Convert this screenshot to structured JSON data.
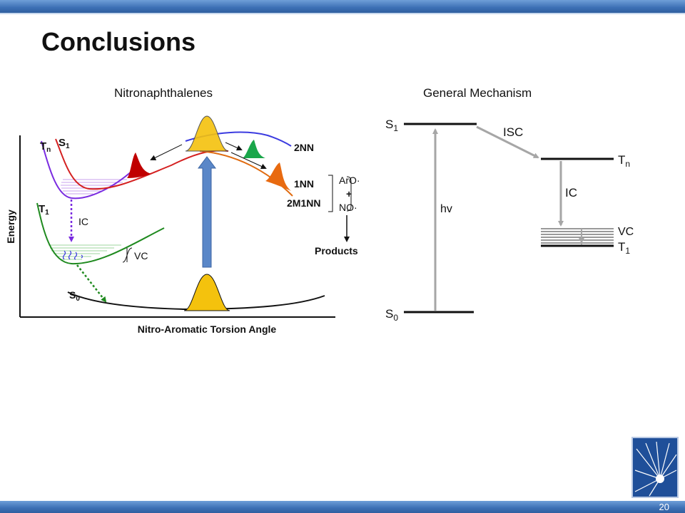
{
  "slide": {
    "title": "Conclusions",
    "number": "20"
  },
  "left_panel": {
    "caption": "Nitronaphthalenes",
    "y_axis_label": "Energy",
    "x_axis_label": "Nitro-Aromatic Torsion Angle",
    "state_labels": {
      "tn": "T",
      "tn_sub": "n",
      "s1": "S",
      "s1_sub": "1",
      "t1": "T",
      "t1_sub": "1",
      "s0": "S",
      "s0_sub": "0"
    },
    "process_labels": {
      "ic": "IC",
      "vc": "VC"
    },
    "product_labels": {
      "nn2": "2NN",
      "nn1": "1NN",
      "m1nn2": "2M1NN",
      "aro": "ArO·",
      "plus": "+",
      "no": "NO·",
      "products": "Products"
    },
    "colors": {
      "tn_curve": "#7a2be0",
      "s1_curve": "#d42020",
      "t1_curve": "#1f8a1f",
      "s0_curve": "#111111",
      "nn2_curve": "#3b3be0",
      "nn1_curve": "#e06b10",
      "gaussian_fill": "#f4c20d",
      "red_peak": "#c00000",
      "green_peak": "#1aa64a",
      "orange_peak": "#e86a10",
      "excitation_arrow": "#5a87c8"
    }
  },
  "right_panel": {
    "caption": "General Mechanism",
    "labels": {
      "s1": "S",
      "s1_sub": "1",
      "isc": "ISC",
      "tn": "T",
      "tn_sub": "n",
      "ic": "IC",
      "hv": "hv",
      "vc": "VC",
      "t1": "T",
      "t1_sub": "1",
      "s0": "S",
      "s0_sub": "0"
    },
    "arrow_color": "#a6a6a6"
  }
}
